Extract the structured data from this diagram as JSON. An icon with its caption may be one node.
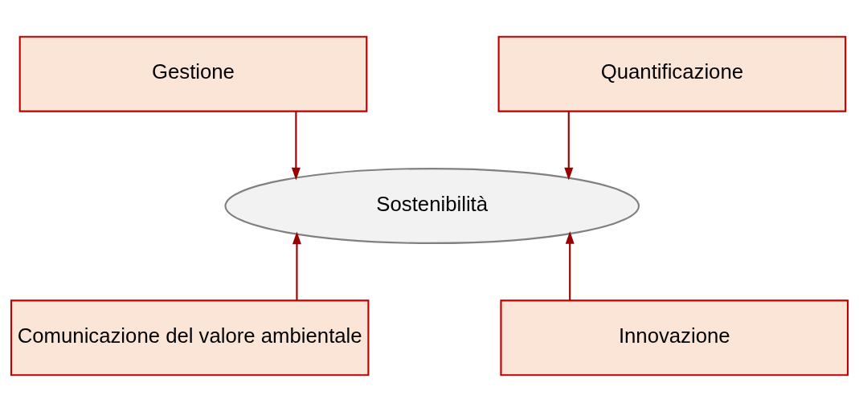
{
  "diagram": {
    "nodes": [
      {
        "text": [
          "Gestione"
        ]
      },
      {
        "text": [
          "Quantificazione"
        ]
      },
      {
        "text": [
          "Sostenibilità"
        ]
      },
      {
        "text": [
          "Comunicazione del valore ambientale"
        ]
      },
      {
        "text": [
          "Innovazione"
        ]
      }
    ],
    "edges": [
      {
        "from": 0,
        "to": 2,
        "arrow": "to"
      },
      {
        "from": 1,
        "to": 2,
        "arrow": "to"
      },
      {
        "from": 3,
        "to": 2,
        "arrow": "to"
      },
      {
        "from": 4,
        "to": 2,
        "arrow": "to"
      }
    ]
  }
}
